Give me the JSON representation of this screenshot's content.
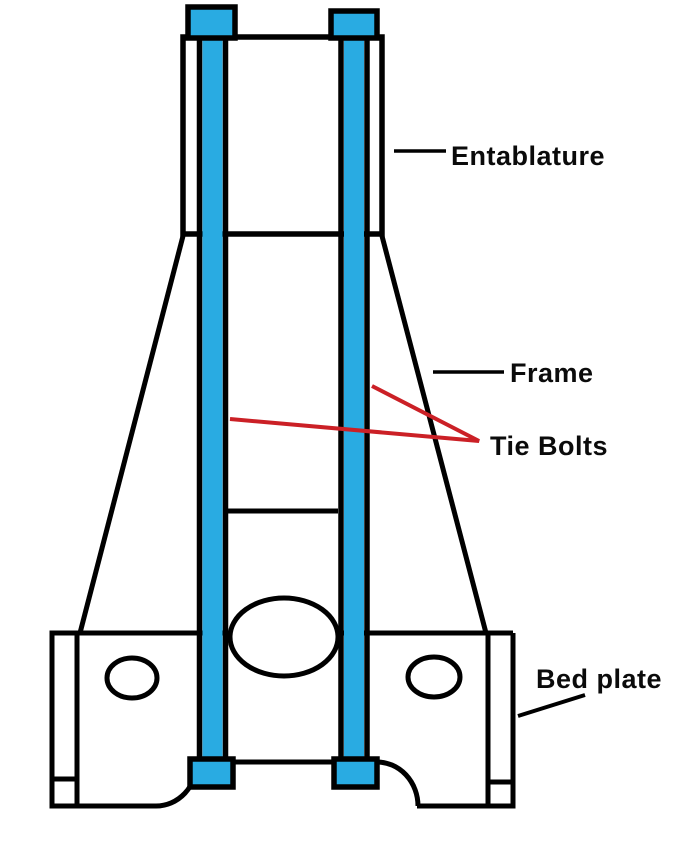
{
  "diagram": {
    "labels": {
      "entablature": "Entablature",
      "frame": "Frame",
      "tie_bolts": "Tie Bolts",
      "bed_plate": "Bed plate"
    },
    "colors": {
      "bolt_blue": "#29ABE2",
      "label_red": "#CB2026",
      "outline_black": "#000000"
    }
  }
}
